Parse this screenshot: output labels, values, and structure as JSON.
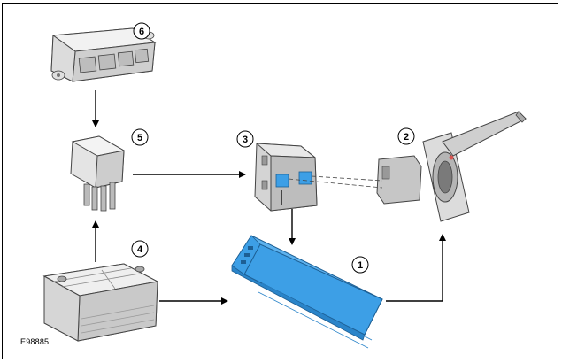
{
  "figure": {
    "reference": "E98885"
  },
  "callouts": {
    "c1": "1",
    "c2": "2",
    "c3": "3",
    "c4": "4",
    "c5": "5",
    "c6": "6"
  },
  "colors": {
    "module_blue": "#3d9fe6",
    "module_blue_dark": "#2a84c9",
    "part_gray": "#d9d9d9",
    "part_gray_dark": "#9a9a9a",
    "outline": "#333333",
    "arrow": "#000000"
  },
  "components": [
    {
      "callout": "1",
      "icon": "blue-module"
    },
    {
      "callout": "2",
      "icon": "power-socket-with-cover"
    },
    {
      "callout": "3",
      "icon": "connector-bracket"
    },
    {
      "callout": "4",
      "icon": "battery"
    },
    {
      "callout": "5",
      "icon": "relay"
    },
    {
      "callout": "6",
      "icon": "control-module"
    }
  ]
}
